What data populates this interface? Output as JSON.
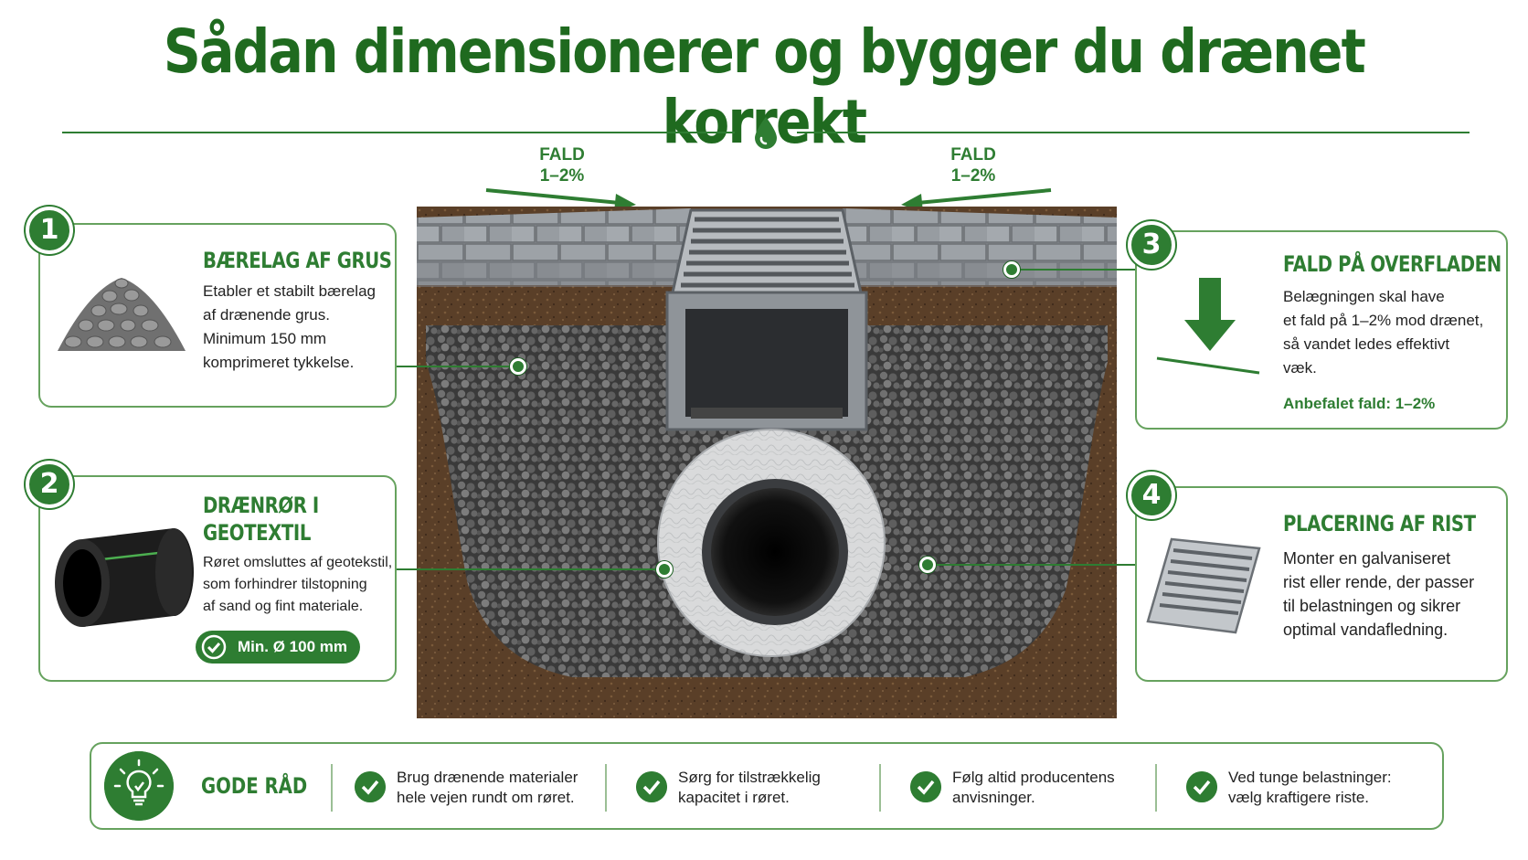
{
  "title": "Sådan dimensionerer og bygger du drænet korrekt",
  "fall_left": {
    "label": "FALD",
    "value": "1–2%"
  },
  "fall_right": {
    "label": "FALD",
    "value": "1–2%"
  },
  "cards": [
    {
      "num": "1",
      "title": "BÆRELAG AF GRUS",
      "lines": [
        "Etabler et stabilt bærelag",
        "af drænende grus.",
        "Minimum 150 mm",
        "komprimeret tykkelse."
      ]
    },
    {
      "num": "2",
      "title_lines": [
        "DRÆNRØR I",
        "GEOTEXTIL"
      ],
      "lines": [
        "Røret omsluttes af geotekstil,",
        "som forhindrer tilstopning",
        "af sand og fint materiale."
      ],
      "badge": "Min. Ø 100 mm"
    },
    {
      "num": "3",
      "title": "FALD PÅ OVERFLADEN",
      "lines": [
        "Belægningen skal have",
        "et fald på 1–2% mod drænet,",
        "så vandet ledes effektivt",
        "væk."
      ],
      "note": "Anbefalet fald: 1–2%"
    },
    {
      "num": "4",
      "title": "PLACERING AF RIST",
      "lines": [
        "Monter en galvaniseret",
        "rist eller rende, der passer",
        "til belastningen og sikrer",
        "optimal vandafledning."
      ]
    }
  ],
  "tips": {
    "title": "GODE RÅD",
    "items": [
      [
        "Brug drænende materialer",
        "hele vejen rundt om røret."
      ],
      [
        "Sørg for tilstrækkelig",
        "kapacitet i røret."
      ],
      [
        "Følg altid producentens",
        "anvisninger."
      ],
      [
        "Ved tunge belastninger:",
        "vælg kraftigere riste."
      ]
    ]
  },
  "colors": {
    "brand_green": "#2e7d32",
    "dark_green": "#1f6a1f",
    "border_green": "#66a25e"
  }
}
